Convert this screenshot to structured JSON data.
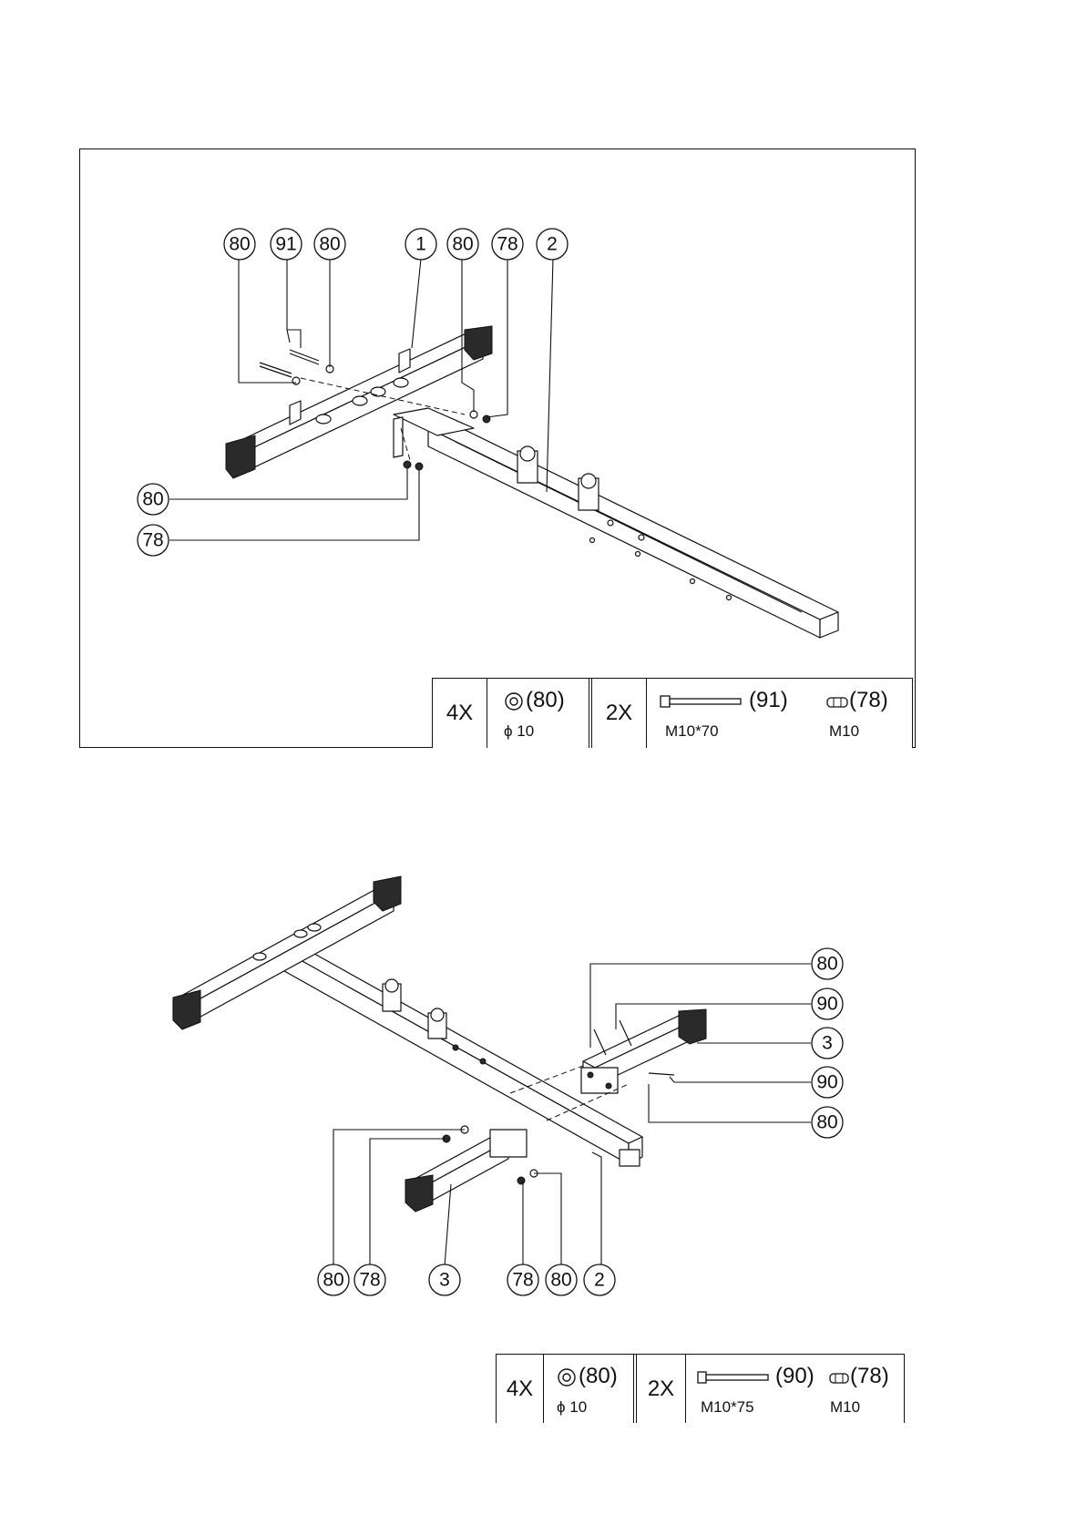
{
  "step1": {
    "callouts": {
      "a": "80",
      "b": "91",
      "c": "80",
      "d": "1",
      "e": "80",
      "f": "78",
      "g": "2",
      "h": "80",
      "i": "78"
    },
    "table": {
      "qty_a": "4X",
      "washer_ref": "(80)",
      "washer_spec": "ϕ 10",
      "qty_b": "2X",
      "bolt_ref": "(91)",
      "bolt_spec": "M10*70",
      "nut_ref": "(78)",
      "nut_spec": "M10"
    }
  },
  "step2": {
    "callouts": {
      "a": "80",
      "b": "90",
      "c": "3",
      "d": "90",
      "e": "80",
      "f": "80",
      "g": "78",
      "h": "3",
      "i": "78",
      "j": "80",
      "k": "2"
    },
    "table": {
      "qty_a": "4X",
      "washer_ref": "(80)",
      "washer_spec": "ϕ 10",
      "qty_b": "2X",
      "bolt_ref": "(90)",
      "bolt_spec": "M10*75",
      "nut_ref": "(78)",
      "nut_spec": "M10"
    }
  },
  "icons": {
    "washer": "washer-icon",
    "bolt": "bolt-icon",
    "nut": "nut-icon"
  }
}
